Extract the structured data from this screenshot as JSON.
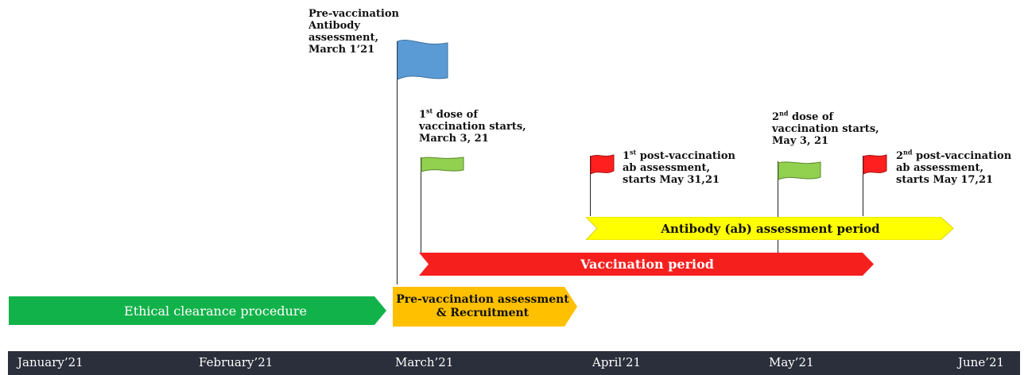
{
  "colors": {
    "ethical": "#12b24a",
    "recruitment": "#ffc000",
    "vaccination": "#f5201e",
    "antibody": "#ffff00",
    "flag_pre": "#5b9bd5",
    "flag_dose": "#92d050",
    "flag_post": "#ff1f1f",
    "timeline_bg": "#2b2e3b"
  },
  "milestones": {
    "pre_vaccination": "Pre-vaccination\nAntibody\nassessment,\nMarch 1’21",
    "dose1": {
      "ord": "1",
      "sup": "st",
      "text": " dose of\nvaccination starts,\n March 3, 21"
    },
    "post1": {
      "ord": "1",
      "sup": "st",
      "text": " post-vaccination\nab assessment,\nstarts May 31,21"
    },
    "dose2": {
      "ord": "2",
      "sup": "nd",
      "text": " dose of\nvaccination starts,\n May 3, 21"
    },
    "post2": {
      "ord": "2",
      "sup": "nd",
      "text": " post-vaccination\nab assessment,\nstarts May 17,21"
    }
  },
  "phases": {
    "ethical": "Ethical clearance procedure",
    "recruitment": "Pre-vaccination  assessment\n& Recruitment",
    "vaccination": "Vaccination period",
    "antibody": "Antibody (ab) assessment period"
  },
  "months": [
    "January’21",
    "February’21",
    "March’21",
    "April’21",
    "May’21",
    "June’21"
  ]
}
